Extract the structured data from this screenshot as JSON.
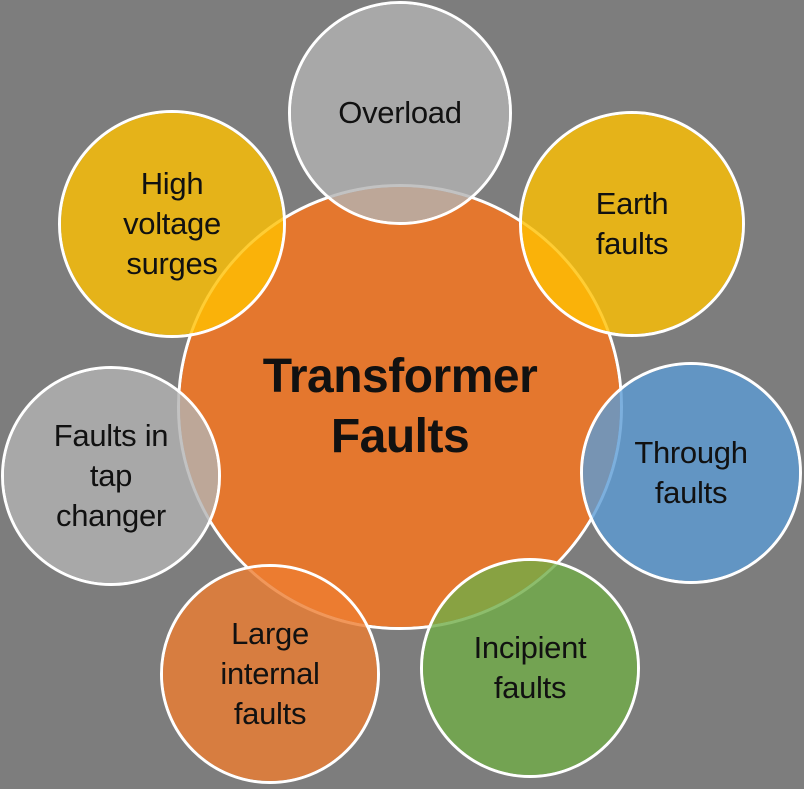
{
  "diagram": {
    "title": "Transformer Faults",
    "background_color": "#7D7D7D",
    "outline_color": "#FFFFFF",
    "text_color": "#111111",
    "hub": {
      "label": "Transformer\nFaults",
      "color": "#E4772E"
    },
    "satellites": [
      {
        "id": "overload",
        "label": "Overload",
        "color": "#B3B3B3"
      },
      {
        "id": "earth-faults",
        "label": "Earth\nfaults",
        "color": "#FFC000"
      },
      {
        "id": "through-faults",
        "label": "Through\nfaults",
        "color": "#5B9BD5"
      },
      {
        "id": "incipient-faults",
        "label": "Incipient\nfaults",
        "color": "#70AD47"
      },
      {
        "id": "large-internal-faults",
        "label": "Large\ninternal\nfaults",
        "color": "#ED7D31"
      },
      {
        "id": "faults-in-tap-changer",
        "label": "Faults in\ntap\nchanger",
        "color": "#B3B3B3"
      },
      {
        "id": "high-voltage-surges",
        "label": "High\nvoltage\nsurges",
        "color": "#FFC000"
      }
    ]
  }
}
